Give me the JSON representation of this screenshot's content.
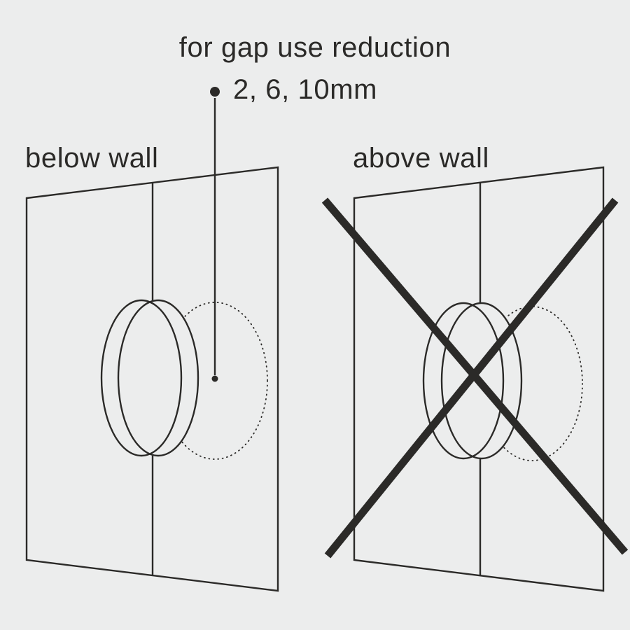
{
  "header": {
    "title": "for gap use reduction",
    "measurement_label": "2, 6, 10mm"
  },
  "panels": {
    "left": {
      "label": "below wall",
      "crossed_out": false
    },
    "right": {
      "label": "above wall",
      "crossed_out": true
    }
  },
  "colors": {
    "background": "#eceded",
    "line": "#2b2a28",
    "text": "#2b2a28"
  }
}
